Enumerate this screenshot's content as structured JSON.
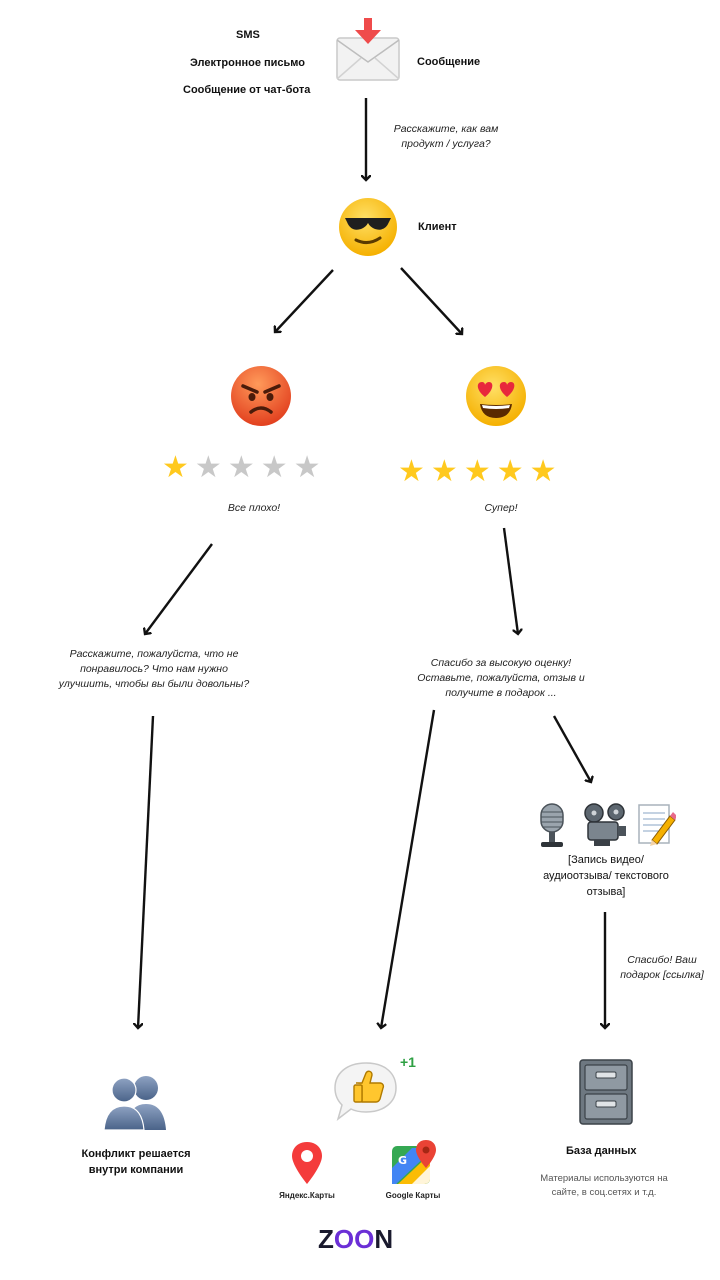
{
  "channels": {
    "sms": "SMS",
    "email": "Электронное письмо",
    "chatbot": "Сообщение от чат-бота",
    "message": "Сообщение"
  },
  "question": "Расскажите, как вам продукт / услуга?",
  "client_label": "Клиент",
  "bad": {
    "rating": 1,
    "rating_max": 5,
    "caption": "Все плохо!",
    "prompt": "Расскажите, пожалуйста, что не понравилось? Что нам нужно улучшить, чтобы вы были довольны?",
    "result": "Конфликт решается внутри компании"
  },
  "good": {
    "rating": 5,
    "rating_max": 5,
    "caption": "Супер!",
    "prompt": "Спасибо за высокую оценку! Оставьте, пожалуйста, отзыв и получите в подарок ...",
    "record": "[Запись видео/аудиоотзыва/ текстового отзыва]",
    "gift": "Спасибо! Ваш подарок [ссылка]",
    "plus": "+1",
    "yandex": "Яндекс.Карты",
    "google": "Google Карты",
    "db_title": "База данных",
    "db_note": "Материалы используются на сайте, в соц.сетях и т.д."
  },
  "colors": {
    "star_on": "#FFC91E",
    "star_off": "#C8C8C8",
    "accent": "#6B2FD6",
    "plus_green": "#2EA043"
  },
  "logo": {
    "left": "Z",
    "o1": "O",
    "o2": "O",
    "right": "N"
  }
}
